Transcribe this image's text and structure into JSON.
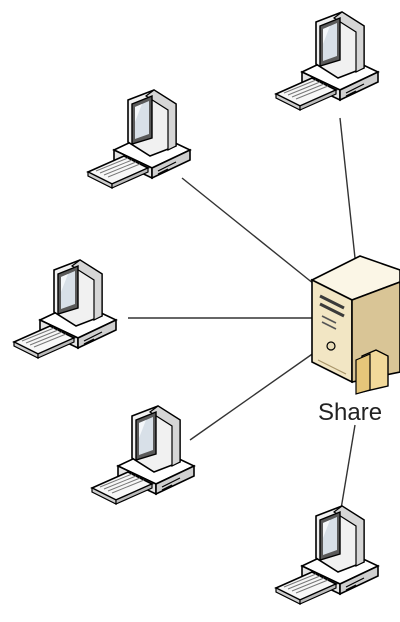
{
  "diagram": {
    "server_label": "Share",
    "nodes": [
      {
        "id": "workstation-top-right",
        "icon": "desktop-computer-icon"
      },
      {
        "id": "workstation-upper-left",
        "icon": "desktop-computer-icon"
      },
      {
        "id": "workstation-middle-left",
        "icon": "desktop-computer-icon"
      },
      {
        "id": "workstation-lower-left",
        "icon": "desktop-computer-icon"
      },
      {
        "id": "workstation-bottom-right",
        "icon": "desktop-computer-icon"
      },
      {
        "id": "file-server",
        "icon": "server-tower-icon"
      }
    ],
    "colors": {
      "line": "#333333",
      "monitor_body": "#f1f1f1",
      "screen_bezel": "#565656",
      "screen": "#d8e0e8",
      "server_body": "#f2e6c4",
      "server_shade": "#d9c596",
      "folder": "#f2d99a"
    }
  }
}
